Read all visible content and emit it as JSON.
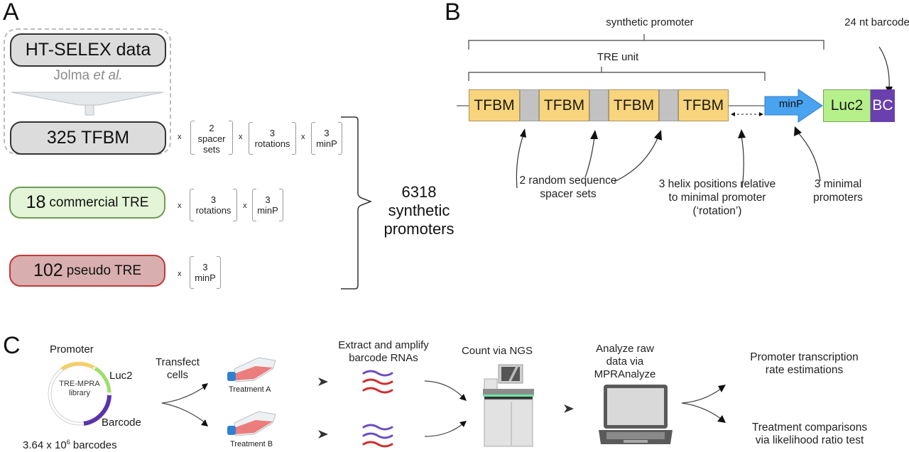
{
  "panels": {
    "a": "A",
    "b": "B",
    "c": "C"
  },
  "panel_a": {
    "source_box": "HT-SELEX data",
    "citation_prefix": "Jolma ",
    "citation_italic": "et al.",
    "tfbm_box": "325 TFBM",
    "commercial_box": {
      "count": "18",
      "label": "commercial TRE"
    },
    "pseudo_box": {
      "count": "102",
      "label": "pseudo TRE"
    },
    "multiplier": "x",
    "row1_factors": [
      {
        "n": "2",
        "label1": "spacer",
        "label2": "sets"
      },
      {
        "n": "3",
        "label1": "rotations"
      },
      {
        "n": "3",
        "label1": "minP"
      }
    ],
    "row2_factors": [
      {
        "n": "3",
        "label1": "rotations"
      },
      {
        "n": "3",
        "label1": "minP"
      }
    ],
    "row3_factors": [
      {
        "n": "3",
        "label1": "minP"
      }
    ],
    "total": {
      "count": "6318",
      "line2": "synthetic",
      "line3": "promoters"
    },
    "colors": {
      "tfbm_fill": "#dcdcdc",
      "commercial_fill": "#e3f5d6",
      "commercial_border": "#6f9a55",
      "pseudo_fill": "#d9aeae",
      "pseudo_border": "#c0393b"
    }
  },
  "panel_b": {
    "synthetic_promoter_label": "synthetic promoter",
    "tre_unit_label": "TRE unit",
    "barcode_label": "24 nt barcode",
    "tfbm_label": "TFBM",
    "minp_label": "minP",
    "luc2_label": "Luc2",
    "bc_label": "BC",
    "annotation_spacer": [
      "2 random sequence",
      "spacer sets"
    ],
    "annotation_rotation": [
      "3 helix positions relative",
      "to minimal promoter",
      "(‘rotation’)"
    ],
    "annotation_minp": [
      "3 minimal",
      "promoters"
    ],
    "colors": {
      "tfbm": "#f8d47c",
      "spacer": "#c2c2c2",
      "minp": "#4aa3ef",
      "luc2": "#b6f08a",
      "bc": "#6a3fae"
    }
  },
  "panel_c": {
    "plasmid": {
      "center_line1": "TRE-MPRA",
      "center_line2": "library",
      "promoter": "Promoter",
      "luc2": "Luc2",
      "barcode": "Barcode"
    },
    "barcodes_prefix": "3.64 x 10",
    "barcodes_exp": "6",
    "barcodes_suffix": " barcodes",
    "transfect": [
      "Transfect",
      "cells"
    ],
    "treatment_a": "Treatment A",
    "treatment_b": "Treatment B",
    "extract": [
      "Extract and amplify",
      "barcode RNAs"
    ],
    "count": "Count via NGS",
    "analyze": [
      "Analyze raw",
      "data via",
      "MPRAnalyze"
    ],
    "output1": [
      "Promoter transcription",
      "rate estimations"
    ],
    "output2": [
      "Treatment comparisons",
      "via likelihood ratio test"
    ]
  }
}
